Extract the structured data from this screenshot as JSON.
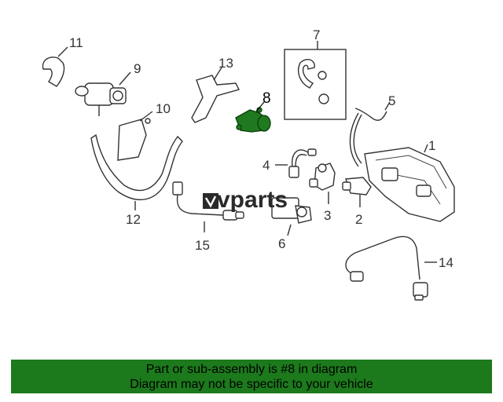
{
  "diagram": {
    "callouts": [
      "1",
      "2",
      "3",
      "4",
      "5",
      "6",
      "7",
      "8",
      "9",
      "10",
      "11",
      "12",
      "13",
      "14",
      "15"
    ],
    "highlighted_part": "8",
    "highlight_color": "#1c7a1c"
  },
  "watermark": {
    "logo_text": "vparts"
  },
  "banner": {
    "line1": "Part or sub-assembly is #8 in diagram",
    "line2": "Diagram may not be specific to your vehicle",
    "color": "#1c7a1c"
  }
}
